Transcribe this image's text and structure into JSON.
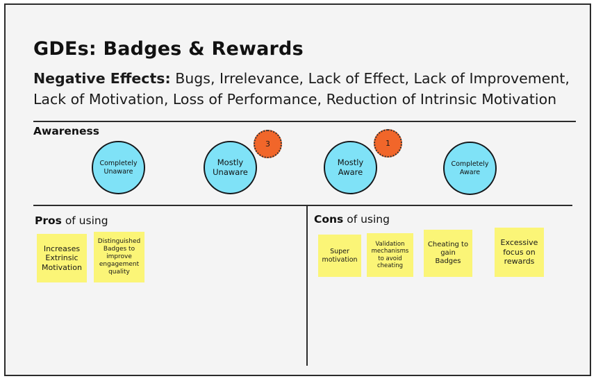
{
  "page": {
    "title": "GDEs: Badges & Rewards",
    "negative_effects_label": "Negative Effects:",
    "negative_effects_value": " Bugs, Irrelevance, Lack of Effect, Lack of Improvement, Lack of Motivation, Loss of Performance, Reduction of Intrinsic Motivation",
    "background_color": "#f4f4f4",
    "border_color": "#2b2b2b"
  },
  "awareness": {
    "heading": "Awareness",
    "circle_color": "#7fe2f7",
    "badge_color": "#f1662a",
    "circles": [
      {
        "line1": "Completely",
        "line2": "Unaware"
      },
      {
        "line1": "Mostly",
        "line2": "Unaware"
      },
      {
        "line1": "Mostly",
        "line2": "Aware"
      },
      {
        "line1": "Completely",
        "line2": "Aware"
      }
    ],
    "badges": [
      {
        "count": "3"
      },
      {
        "count": "1"
      }
    ]
  },
  "pros": {
    "heading_bold": "Pros",
    "heading_rest": " of using",
    "note_color": "#fbf577",
    "notes": [
      {
        "lines": [
          "Increases",
          "Extrinsic",
          "Motivation"
        ]
      },
      {
        "lines": [
          "Distinguished",
          "Badges to",
          "improve",
          "engagement",
          "quality"
        ]
      }
    ]
  },
  "cons": {
    "heading_bold": "Cons",
    "heading_rest": " of using",
    "note_color": "#fbf577",
    "notes": [
      {
        "lines": [
          "Super",
          "motivation"
        ]
      },
      {
        "lines": [
          "Validation",
          "mechanisms",
          "to avoid",
          "cheating"
        ]
      },
      {
        "lines": [
          "Cheating to",
          "gain",
          "Badges"
        ]
      },
      {
        "lines": [
          "Excessive",
          "focus  on",
          "rewards"
        ]
      }
    ]
  }
}
